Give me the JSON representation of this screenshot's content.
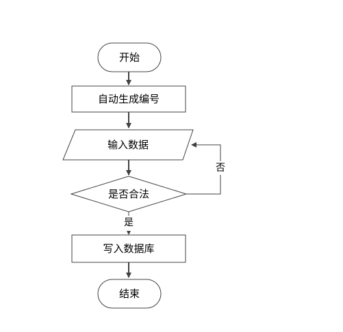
{
  "flowchart": {
    "start": "开始",
    "auto_number": "自动生成编号",
    "input_data": "输入数据",
    "decision": "是否合法",
    "branch_no": "否",
    "branch_yes": "是",
    "write_db": "写入数据库",
    "end": "结束"
  }
}
